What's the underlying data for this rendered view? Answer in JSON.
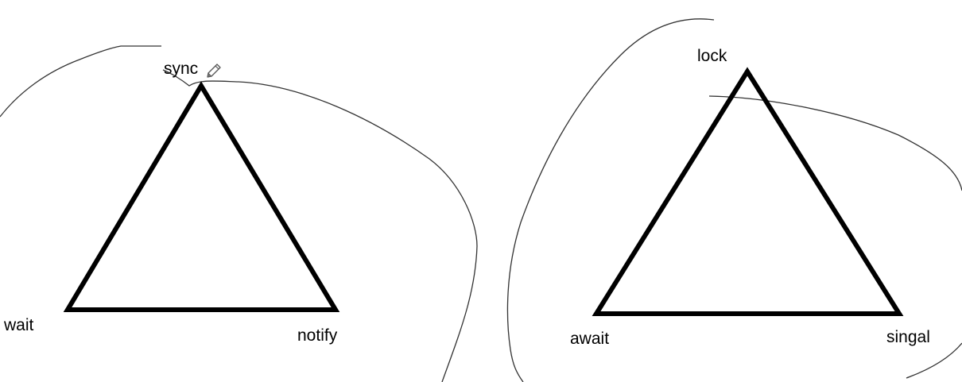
{
  "diagram": {
    "left_triangle": {
      "top_label": "sync",
      "bottom_left_label": "wait",
      "bottom_right_label": "notify"
    },
    "right_triangle": {
      "top_label": "lock",
      "bottom_left_label": "await",
      "bottom_right_label": "singal"
    }
  },
  "icons": {
    "cursor": "pencil-icon"
  },
  "colors": {
    "background": "#ffffff",
    "stroke": "#000000",
    "freehand": "#333333"
  }
}
